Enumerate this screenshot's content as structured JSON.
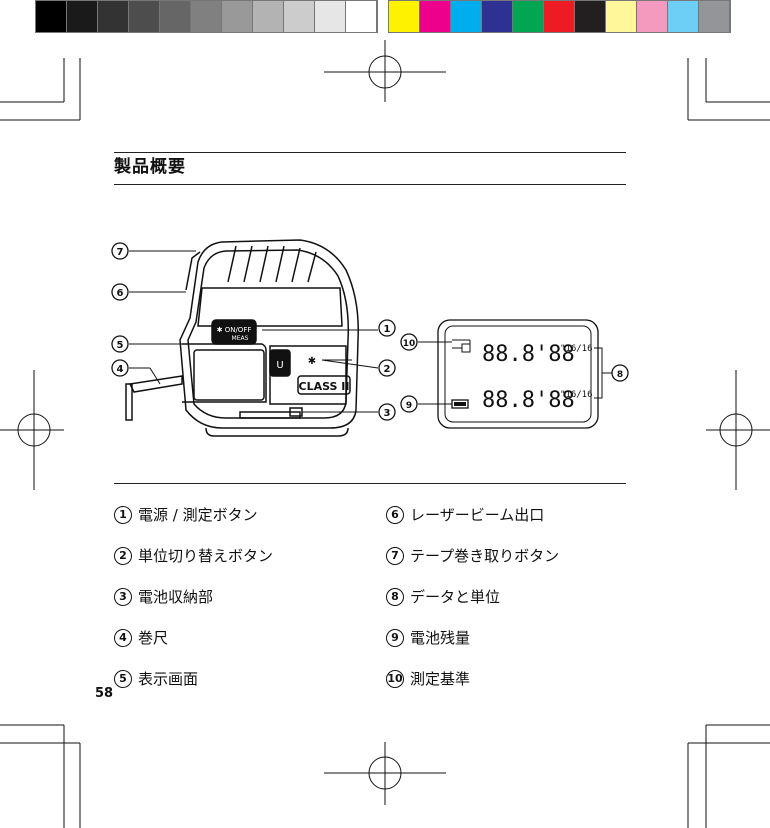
{
  "colors": {
    "swatches_gray": [
      "#000000",
      "#1a1a1a",
      "#333333",
      "#4d4d4d",
      "#666666",
      "#808080",
      "#999999",
      "#b3b3b3",
      "#cccccc",
      "#e6e6e6",
      "#ffffff"
    ],
    "swatches_color": [
      "#fff200",
      "#ec008c",
      "#00aeef",
      "#2e3192",
      "#00a651",
      "#ed1c24",
      "#231f20",
      "#fff799",
      "#f49ac1",
      "#6dcff6",
      "#939598"
    ]
  },
  "section": {
    "title": "製品概要"
  },
  "device": {
    "button_label": "ON/OFF\nMEAS",
    "class_label": "CLASS II",
    "callouts": [
      "1",
      "2",
      "3",
      "4",
      "5",
      "6",
      "7"
    ]
  },
  "display": {
    "reading_top": "88.8'88",
    "reading_bottom": "88.8'88",
    "fraction": "16/16",
    "inch_mark": "\"",
    "callouts": [
      "10",
      "9",
      "8"
    ]
  },
  "legend": [
    {
      "num": "1",
      "label": "電源 / 測定ボタン"
    },
    {
      "num": "2",
      "label": "単位切り替えボタン"
    },
    {
      "num": "3",
      "label": "電池収納部"
    },
    {
      "num": "4",
      "label": "巻尺"
    },
    {
      "num": "5",
      "label": "表示画面"
    },
    {
      "num": "6",
      "label": "レーザービーム出口"
    },
    {
      "num": "7",
      "label": "テープ巻き取りボタン"
    },
    {
      "num": "8",
      "label": "データと単位"
    },
    {
      "num": "9",
      "label": "電池残量"
    },
    {
      "num": "10",
      "label": "測定基準"
    }
  ],
  "page": {
    "number": "58"
  }
}
